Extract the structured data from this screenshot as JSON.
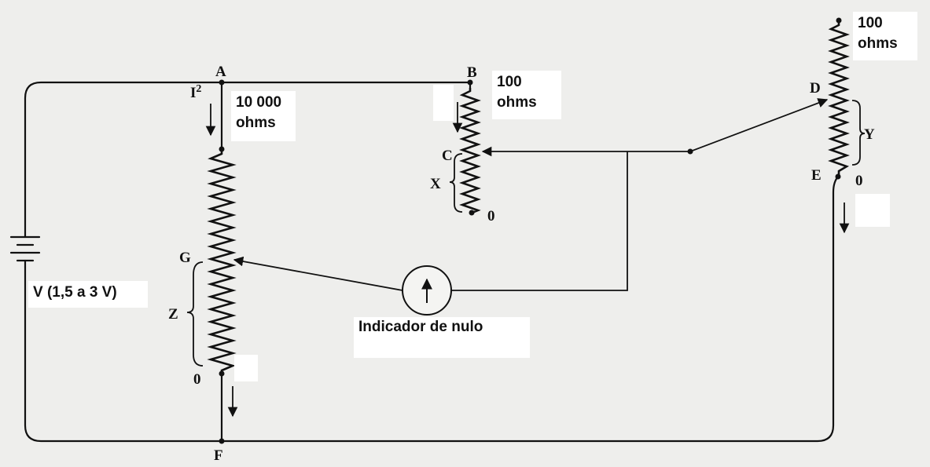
{
  "diagram": {
    "node_labels": {
      "A": "A",
      "B": "B",
      "C": "C",
      "D": "D",
      "E": "E",
      "F": "F",
      "G": "G",
      "X": "X",
      "Y": "Y",
      "Z": "Z",
      "zero_z": "0",
      "zero_x": "0",
      "zero_y": "0",
      "current": "I",
      "current_sup": "2"
    },
    "labels": {
      "r_ag": "10 000\nohms",
      "r_b": "100\nohms",
      "r_d": "100\nohms",
      "battery": "V (1,5 a 3 V)",
      "null_indicator": "Indicador de nulo"
    }
  }
}
